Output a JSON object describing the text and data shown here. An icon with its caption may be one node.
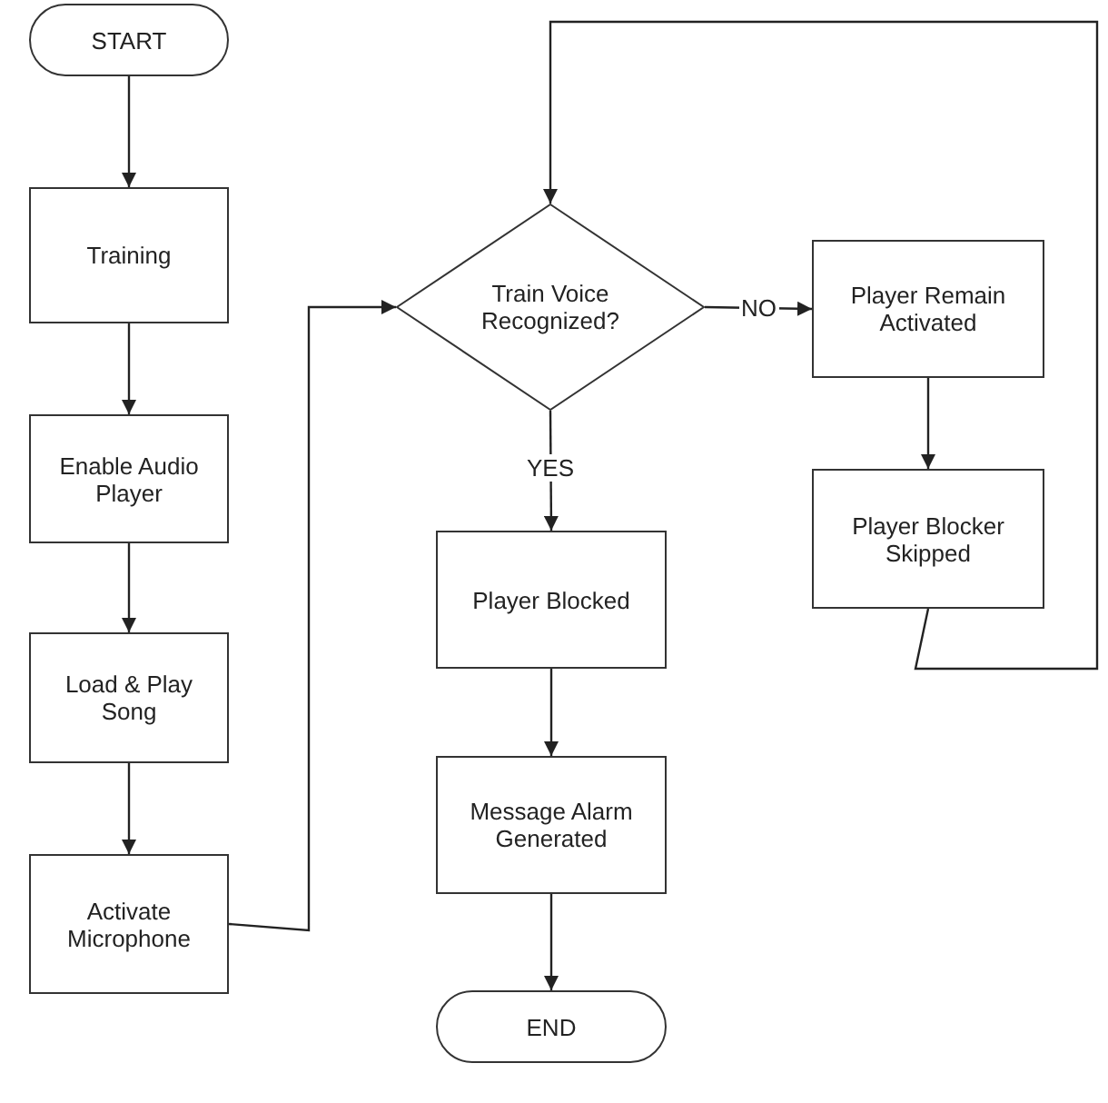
{
  "diagram": {
    "nodes": [
      {
        "text": [
          "START"
        ]
      },
      {
        "text": [
          "Training"
        ]
      },
      {
        "text": [
          "Enable Audio Player"
        ]
      },
      {
        "text": [
          "Load & Play Song"
        ]
      },
      {
        "text": [
          "Activate Microphone"
        ]
      },
      {
        "text": [
          "Train Voice Recognized?"
        ]
      },
      {
        "text": [
          "Player Remain Activated"
        ]
      },
      {
        "text": [
          "Player Blocker Skipped"
        ]
      },
      {
        "text": [
          "Player Blocked"
        ]
      },
      {
        "text": [
          "Message Alarm Generated"
        ]
      },
      {
        "text": [
          "END"
        ]
      }
    ],
    "edges": [
      {
        "from": 0,
        "to": 1,
        "arrow": "to"
      },
      {
        "from": 1,
        "to": 2,
        "arrow": "to"
      },
      {
        "from": 2,
        "to": 3,
        "arrow": "to"
      },
      {
        "from": 3,
        "to": 4,
        "arrow": "to"
      },
      {
        "from": 4,
        "to": 5,
        "arrow": "to"
      },
      {
        "from": 5,
        "to": 6,
        "arrow": "to",
        "label": "NO"
      },
      {
        "from": 5,
        "to": 8,
        "arrow": "to",
        "label": "YES"
      },
      {
        "from": 6,
        "to": 7,
        "arrow": "to"
      },
      {
        "from": 7,
        "to": 5,
        "arrow": "to"
      },
      {
        "from": 8,
        "to": 9,
        "arrow": "to"
      },
      {
        "from": 9,
        "to": 10,
        "arrow": "to"
      }
    ]
  }
}
